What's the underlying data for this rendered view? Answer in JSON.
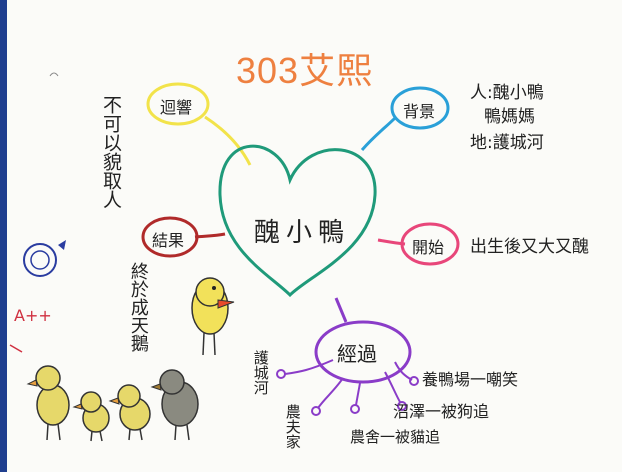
{
  "title": "303艾熙",
  "center": "醜小鴨",
  "branches": {
    "response": {
      "label": "迴響",
      "text": "不可以貌取人"
    },
    "background": {
      "label": "背景",
      "lines": [
        "人:醜小鴨",
        "鴨媽媽",
        "地:護城河"
      ]
    },
    "beginning": {
      "label": "開始",
      "text": "出生後又大又醜"
    },
    "ending": {
      "label": "結果",
      "text": "終於成天鵝"
    },
    "process": {
      "label": "經過",
      "items": [
        "養鴨場一嘲笑",
        "沼澤一被狗追",
        "農舍一被貓追",
        "農夫家",
        "護城河"
      ]
    }
  },
  "grade": "A++",
  "colors": {
    "title": "#ee8040",
    "heart": "#1f9a7a",
    "response": "#f2e34a",
    "background": "#2aa0d8",
    "beginning": "#e8467a",
    "ending": "#b02a2a",
    "process": "#8a3cc8",
    "chick": "#f2e15a",
    "frame": "#1f3f8f"
  }
}
